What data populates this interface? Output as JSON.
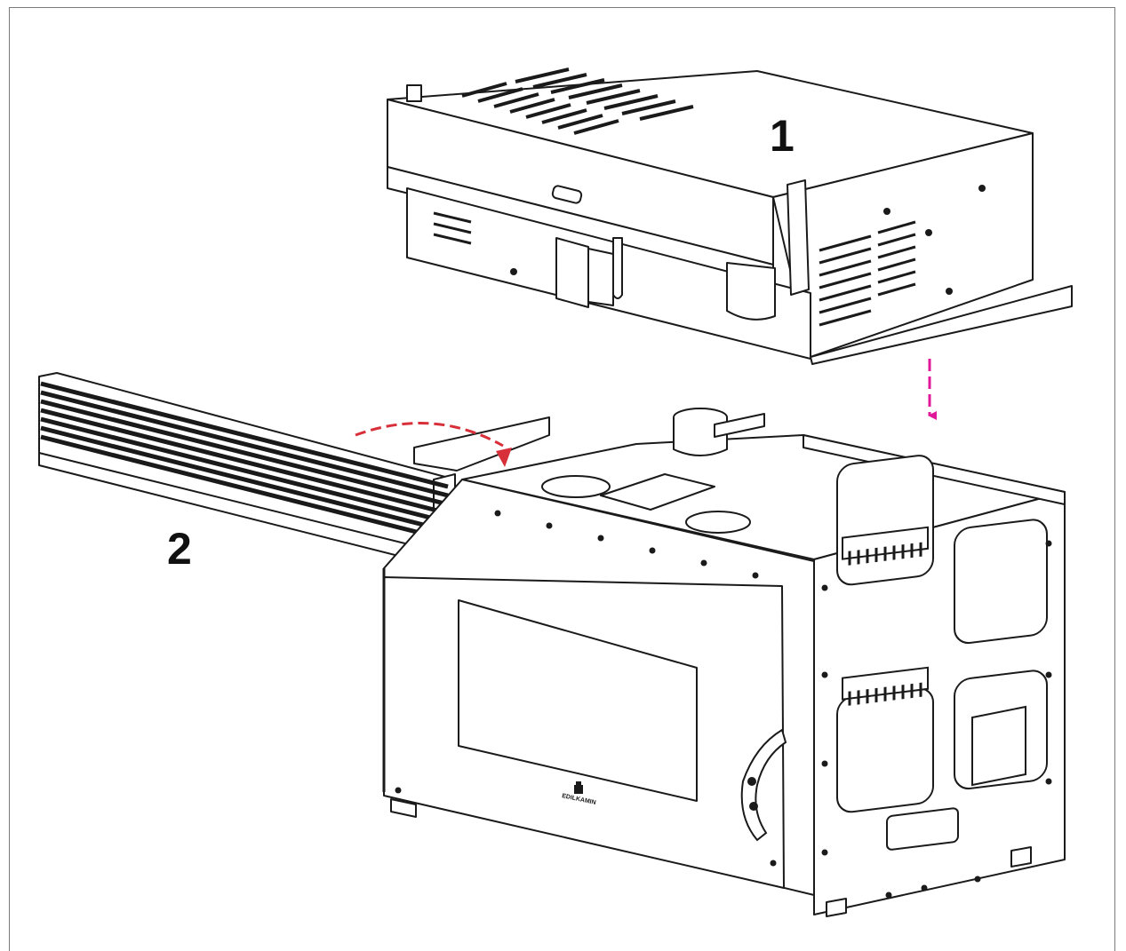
{
  "labels": {
    "part_1": "1",
    "part_2": "2"
  },
  "manufacturer_wordmark": "EDILKAMIN",
  "colors": {
    "line": "#1a1a1a",
    "frame": "#7a7a7a",
    "down_arrow": "#e0189a",
    "hinge_arrow": "#d8303a"
  }
}
